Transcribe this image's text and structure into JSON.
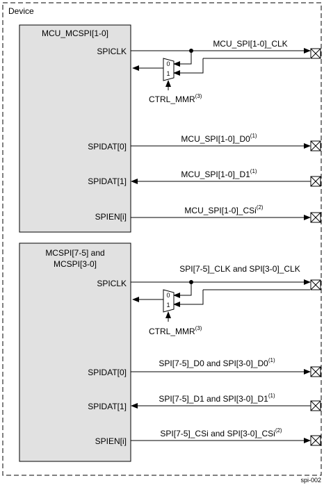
{
  "device": {
    "title": "Device"
  },
  "blocks": [
    {
      "title_lines": [
        "MCU_MCSPI[1-0]"
      ],
      "ports": [
        "SPICLK",
        "SPIDAT[0]",
        "SPIDAT[1]",
        "SPIEN[i]"
      ],
      "mux": {
        "in0": "0",
        "in1": "1"
      },
      "ctrl": {
        "text": "CTRL_MMR",
        "sup": "(3)"
      },
      "signals": [
        {
          "name": "MCU_SPI[1-0]_CLK",
          "sup": ""
        },
        {
          "name": "MCU_SPI[1-0]_D0",
          "sup": "(1)"
        },
        {
          "name": "MCU_SPI[1-0]_D1",
          "sup": "(1)"
        },
        {
          "name": "MCU_SPI[1-0]_CSi",
          "sup": "(2)"
        }
      ]
    },
    {
      "title_lines": [
        "MCSPI[7-5] and",
        "MCSPI[3-0]"
      ],
      "ports": [
        "SPICLK",
        "SPIDAT[0]",
        "SPIDAT[1]",
        "SPIEN[i]"
      ],
      "mux": {
        "in0": "0",
        "in1": "1"
      },
      "ctrl": {
        "text": "CTRL_MMR",
        "sup": "(3)"
      },
      "signals": [
        {
          "name": "SPI[7-5]_CLK and SPI[3-0]_CLK",
          "sup": ""
        },
        {
          "name": "SPI[7-5]_D0 and SPI[3-0]_D0",
          "sup": "(1)"
        },
        {
          "name": "SPI[7-5]_D1 and SPI[3-0]_D1",
          "sup": "(1)"
        },
        {
          "name": "SPI[7-5]_CSi and SPI[3-0]_CSi",
          "sup": "(2)"
        }
      ]
    }
  ],
  "footer": {
    "figure_id": "spi-002"
  }
}
